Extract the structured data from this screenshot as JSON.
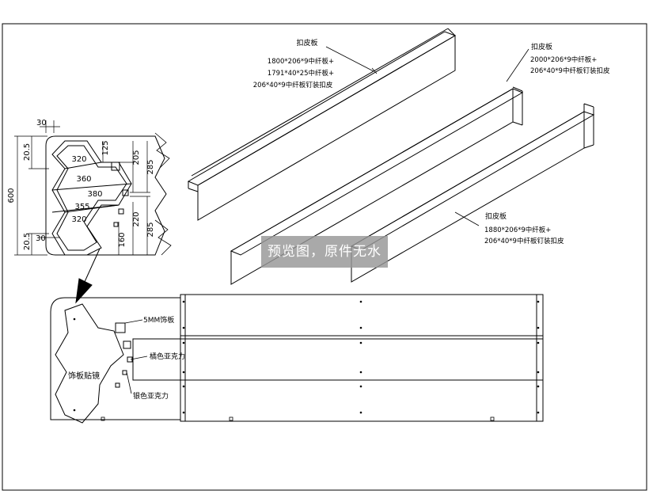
{
  "labels": {
    "panel_top": [
      "扣皮板",
      "1800*206*9中纤板+",
      "1791*40*25中纤板+",
      "206*40*9中纤板钉装扣皮"
    ],
    "panel_mid": [
      "扣皮板",
      "2000*206*9中纤板+",
      "206*40*9中纤板钉装扣皮"
    ],
    "panel_low": [
      "扣皮板",
      "1880*206*9中纤板+",
      "206*40*9中纤板钉装扣皮"
    ],
    "front": {
      "board_5mm": "5MM饰板",
      "orange_acrylic": "橘色亚克力",
      "silver_acrylic": "银色亚克力",
      "mirror": "饰板贴镜"
    }
  },
  "dims": {
    "top_30": "30",
    "d_20_5_top": "20.5",
    "d_600": "600",
    "d_30_bot": "30",
    "d_20_5_bot": "20.5",
    "d_320_a": "320",
    "d_360": "360",
    "d_380": "380",
    "d_355": "355",
    "d_320_b": "320",
    "d_125": "125",
    "d_205": "205",
    "d_285_a": "285",
    "d_220": "220",
    "d_160": "160",
    "d_285_b": "285"
  },
  "watermark": "预览图，原件无水印"
}
